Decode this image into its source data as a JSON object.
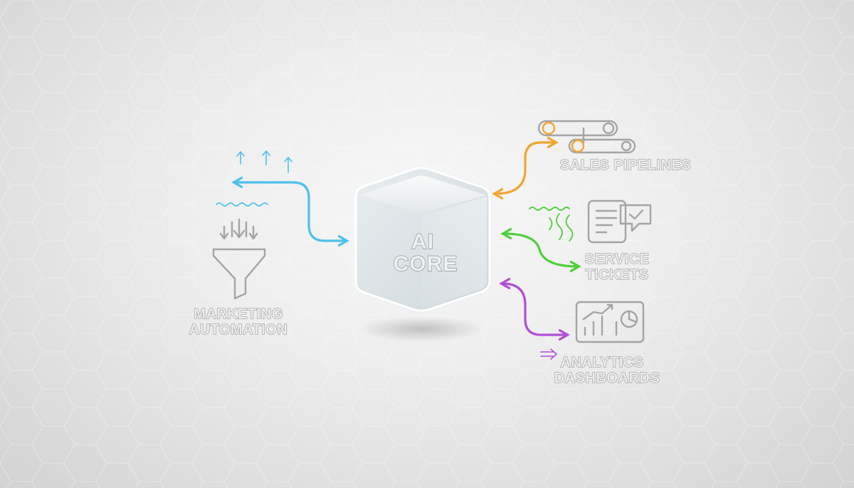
{
  "core": {
    "line1": "AI",
    "line2": "CORE"
  },
  "nodes": {
    "marketing": {
      "line1": "MARKETING",
      "line2": "AUTOMATION"
    },
    "sales": {
      "line1": "SALES PIPELINES"
    },
    "service": {
      "line1": "SERVICE",
      "line2": "TICKETS"
    },
    "analytics": {
      "line1": "ANALYTICS",
      "line2": "DASHBOARDS"
    }
  },
  "colors": {
    "marketing_connector": "#4ec1ea",
    "sales_connector": "#f0a632",
    "service_connector": "#4fcf3c",
    "analytics_connector": "#b04fd6",
    "icon_outline": "#a4a4a4"
  },
  "icons": {
    "marketing": "funnel-icon",
    "sales": "pipeline-icon",
    "service": "ticket-document-icon",
    "analytics": "dashboard-chart-icon"
  }
}
